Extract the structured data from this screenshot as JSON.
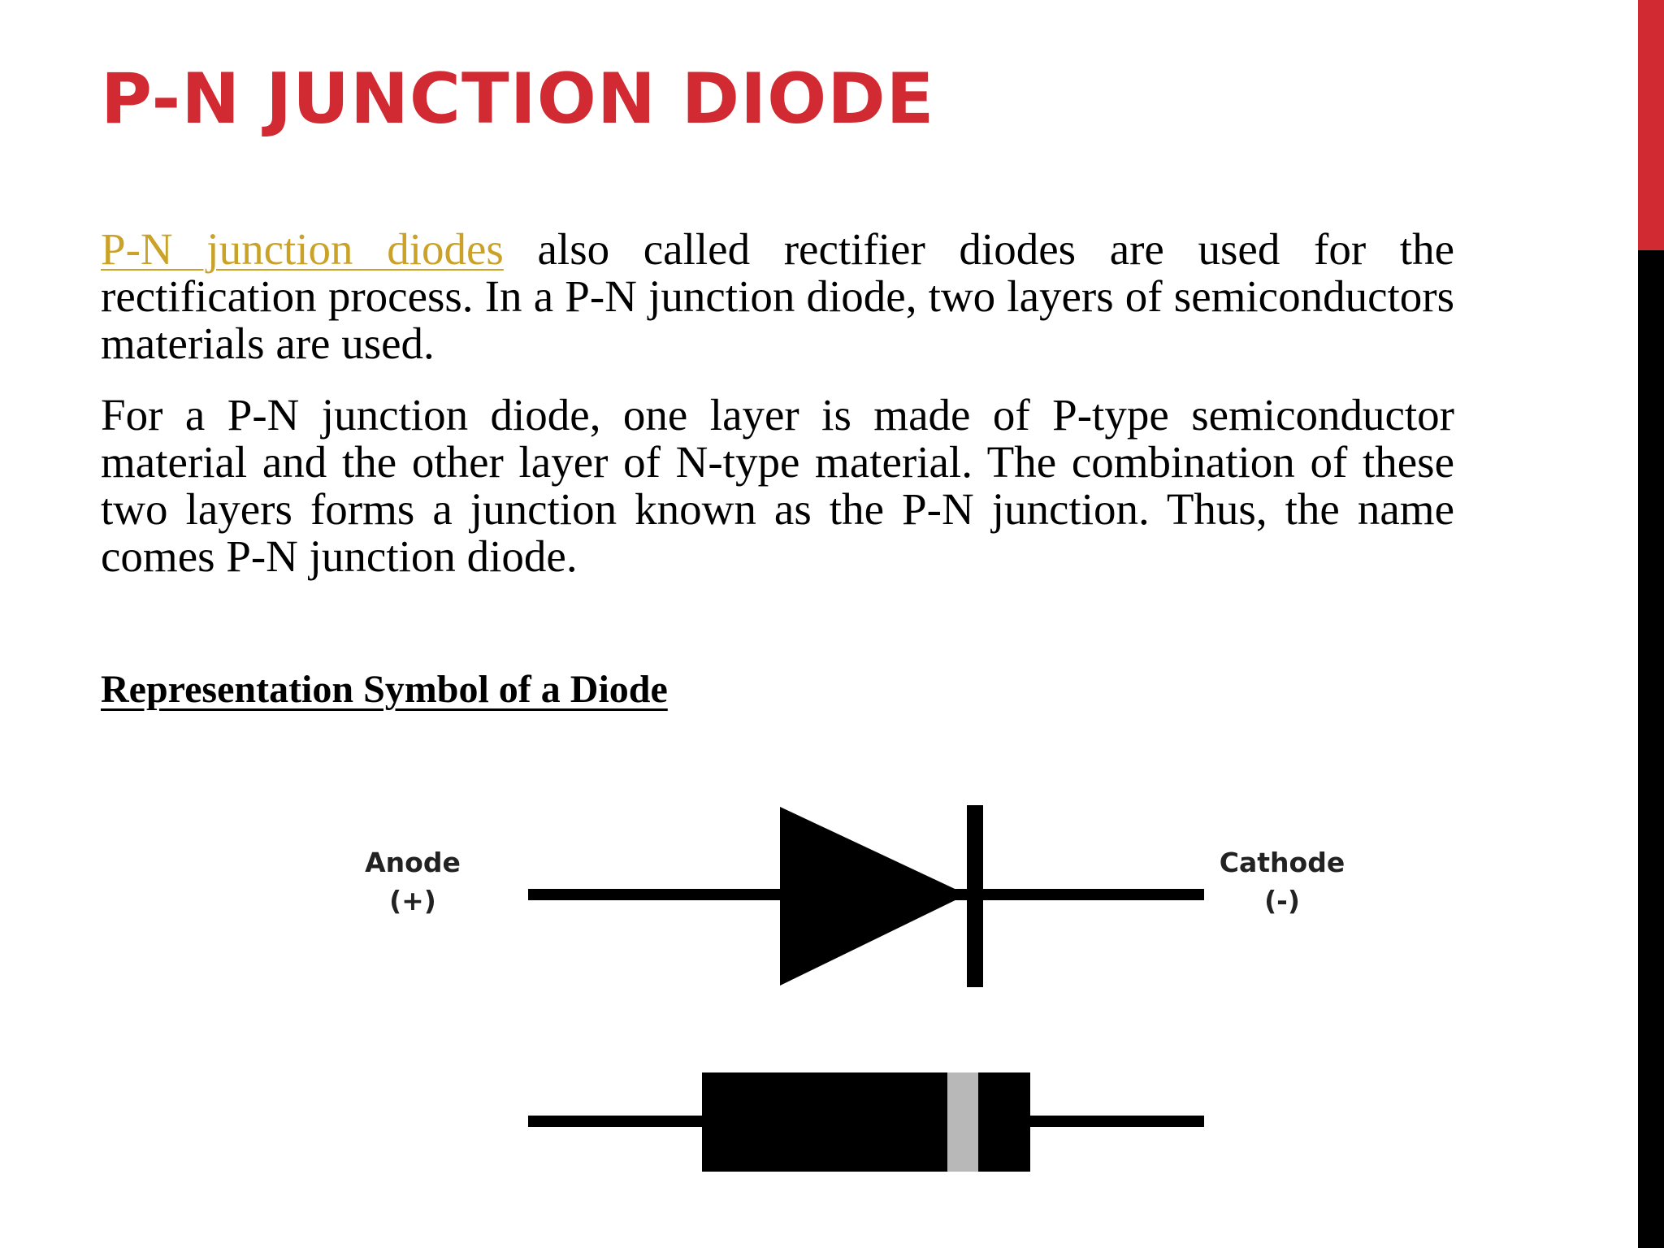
{
  "slide": {
    "title": "P-N JUNCTION DIODE",
    "paragraph1": {
      "link_text": "P-N junction diodes",
      "rest_text": " also called rectifier diodes are used for the rectification process. In a P-N junction diode, two layers of semiconductors materials are used."
    },
    "paragraph2": "For a P-N junction diode, one layer is made of P-type semiconductor material and the other layer of N-type material. The combination of these two layers forms a junction known as the P-N junction. Thus, the name comes P-N junction diode.",
    "subheading": "Representation Symbol of a Diode",
    "diagram": {
      "anode_label": "Anode",
      "anode_sign": "(+)",
      "cathode_label": "Cathode",
      "cathode_sign": "(-)"
    }
  },
  "colors": {
    "accent_red": "#d12a32",
    "link_gold": "#c9a227",
    "text": "#000000",
    "band_gray": "#b8b8b8"
  }
}
